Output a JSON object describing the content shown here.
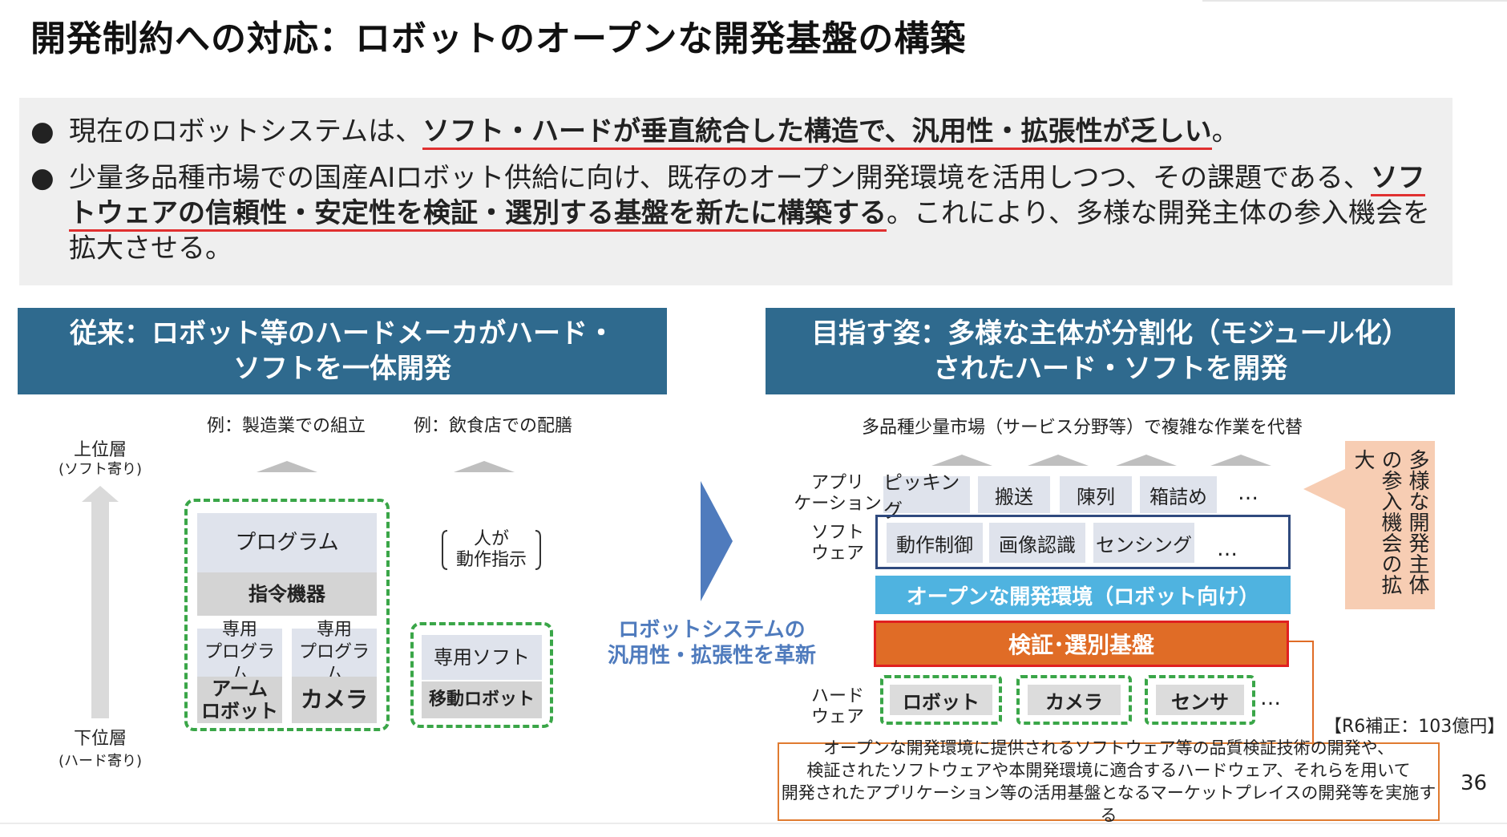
{
  "title": "開発制約への対応：ロボットのオープンな開発基盤の構築",
  "summary": {
    "b1_pre": "現在のロボットシステムは、",
    "b1_em": "ソフト・ハードが垂直統合した構造で、汎用性・拡張性が乏しい",
    "b1_post": "。",
    "b2_pre": "少量多品種市場での国産AIロボット供給に向け、既存のオープン開発環境を活用しつつ、その課題である、",
    "b2_em": "ソフトウェアの信頼性・安定性を検証・選別する基盤を新たに構築する",
    "b2_post": "。これにより、多様な開発主体の参入機会を拡大させる。"
  },
  "left": {
    "header_line1": "従来：ロボット等のハードメーカがハード・",
    "header_line2": "ソフトを一体開発",
    "example1": "例：製造業での組立",
    "example2": "例：飲食店での配膳",
    "upper_label": "上位層",
    "upper_sub": "(ソフト寄り)",
    "lower_label": "下位層",
    "lower_sub": "(ハード寄り)",
    "program": "プログラム",
    "command_device": "指令機器",
    "dedicated_program": "専用\nプログラム",
    "arm_robot": "アーム\nロボット",
    "camera": "カメラ",
    "human_instruction": "人が\n動作指示",
    "dedicated_soft": "専用ソフト",
    "mobile_robot": "移動ロボット"
  },
  "middle": {
    "caption": "ロボットシステムの\n汎用性・拡張性を革新"
  },
  "right": {
    "header_line1": "目指す姿：多様な主体が分割化（モジュール化）",
    "header_line2": "されたハード・ソフトを開発",
    "market_caption": "多品種少量市場（サービス分野等）で複雑な作業を代替",
    "app_label": "アプリ\nケーション",
    "soft_label": "ソフト\nウェア",
    "hard_label": "ハード\nウェア",
    "apps": [
      "ピッキング",
      "搬送",
      "陳列",
      "箱詰め"
    ],
    "softs": [
      "動作制御",
      "画像認識",
      "センシング"
    ],
    "ellipsis": "…",
    "open_env": "オープンな開発環境（ロボット向け）",
    "verify": "検証･選別基盤",
    "hardware": [
      "ロボット",
      "カメラ",
      "センサ"
    ],
    "entry_box": "多様な開発主体の参入機会の拡大",
    "budget": "【R6補正：103億円】",
    "description": "オープンな開発環境に提供されるソフトウェア等の品質検証技術の開発や、\n検証されたソフトウェアや本開発環境に適合するハードウェア、それらを用いて\n開発されたアプリケーション等の活用基盤となるマーケットプレイスの開発等を実施する"
  },
  "page_number": "36",
  "colors": {
    "header_bg": "#2f6a8e",
    "open_env": "#4fb3e0",
    "verify": "#e06c26",
    "dash_green": "#3aa648",
    "entry_bg": "#f7cdb3"
  }
}
